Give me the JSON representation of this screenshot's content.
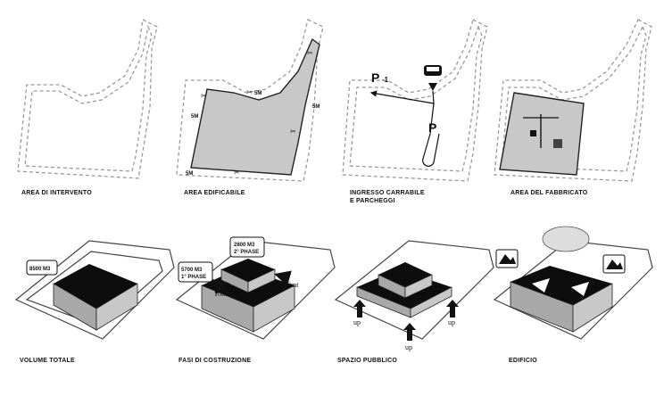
{
  "panels": [
    {
      "caption": "AREA DI INTERVENTO"
    },
    {
      "caption": "AREA EDIFICABILE",
      "setbacks": [
        "5M",
        "5M",
        "5M",
        "5M"
      ]
    },
    {
      "caption": "INGRESSO CARRABILE",
      "caption2": "E PARCHEGGI",
      "parking_underground": "P",
      "parking_underground_level": "-1",
      "parking": "P"
    },
    {
      "caption": "AREA DEL FABBRICATO"
    },
    {
      "caption": "VOLUME TOTALE",
      "volume": "8500 M3"
    },
    {
      "caption": "FASI DI COSTRUZIONE",
      "phase2_volume": "2800 M3",
      "phase2_label": "2° PHASE",
      "phase1_volume": "5700 M3",
      "phase1_label": "1° PHASE",
      "dist1": "10mt",
      "dist2": "10mt"
    },
    {
      "caption": "SPAZIO PUBBLICO",
      "up_labels": [
        "up",
        "up",
        "up"
      ]
    },
    {
      "caption": "EDIFICIO"
    }
  ],
  "colors": {
    "ink": "#111111",
    "fill_grey": "#c8c8c8",
    "dash": "#9a9a9a",
    "block_top": "#0d0d0d",
    "block_side": "#a8a8a8"
  }
}
